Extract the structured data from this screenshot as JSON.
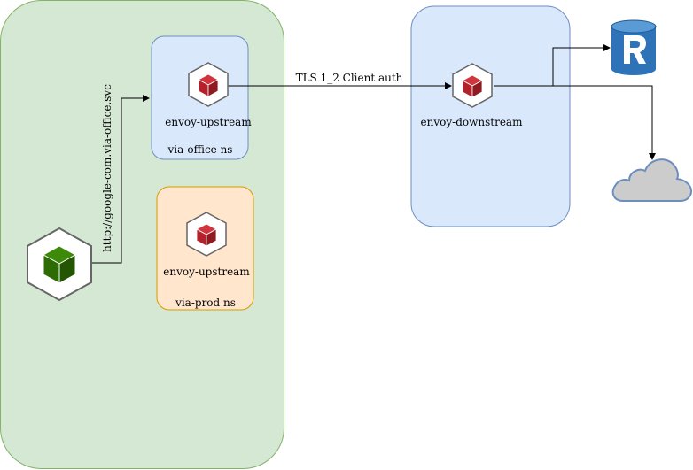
{
  "nodes": {
    "office_upstream": {
      "label": "envoy-upstream"
    },
    "office_ns": {
      "label": "via-office ns"
    },
    "prod_upstream": {
      "label": "envoy-upstream"
    },
    "prod_ns": {
      "label": "via-prod ns"
    },
    "downstream": {
      "label": "envoy-downstream"
    }
  },
  "edges": {
    "client_to_upstream": {
      "label": "http://google-com.via-office.svc"
    },
    "upstream_to_downstream": {
      "label": "TLS 1_2 Client auth"
    }
  },
  "icons": {
    "client_app": "green-cube-icon",
    "envoy": "red-cube-icon",
    "database": "redis-database-icon",
    "internet": "cloud-icon"
  },
  "colors": {
    "cluster_fill": "#d5e8d4",
    "cluster_stroke": "#82b366",
    "office_fill": "#dae8fc",
    "office_stroke": "#6c8ebf",
    "prod_fill": "#ffe6cc",
    "prod_stroke": "#d79b00",
    "envoy_red": "#b3222a",
    "client_green": "#2d6b04",
    "redis_blue": "#2e73b8",
    "cloud_gray": "#cccccc"
  }
}
